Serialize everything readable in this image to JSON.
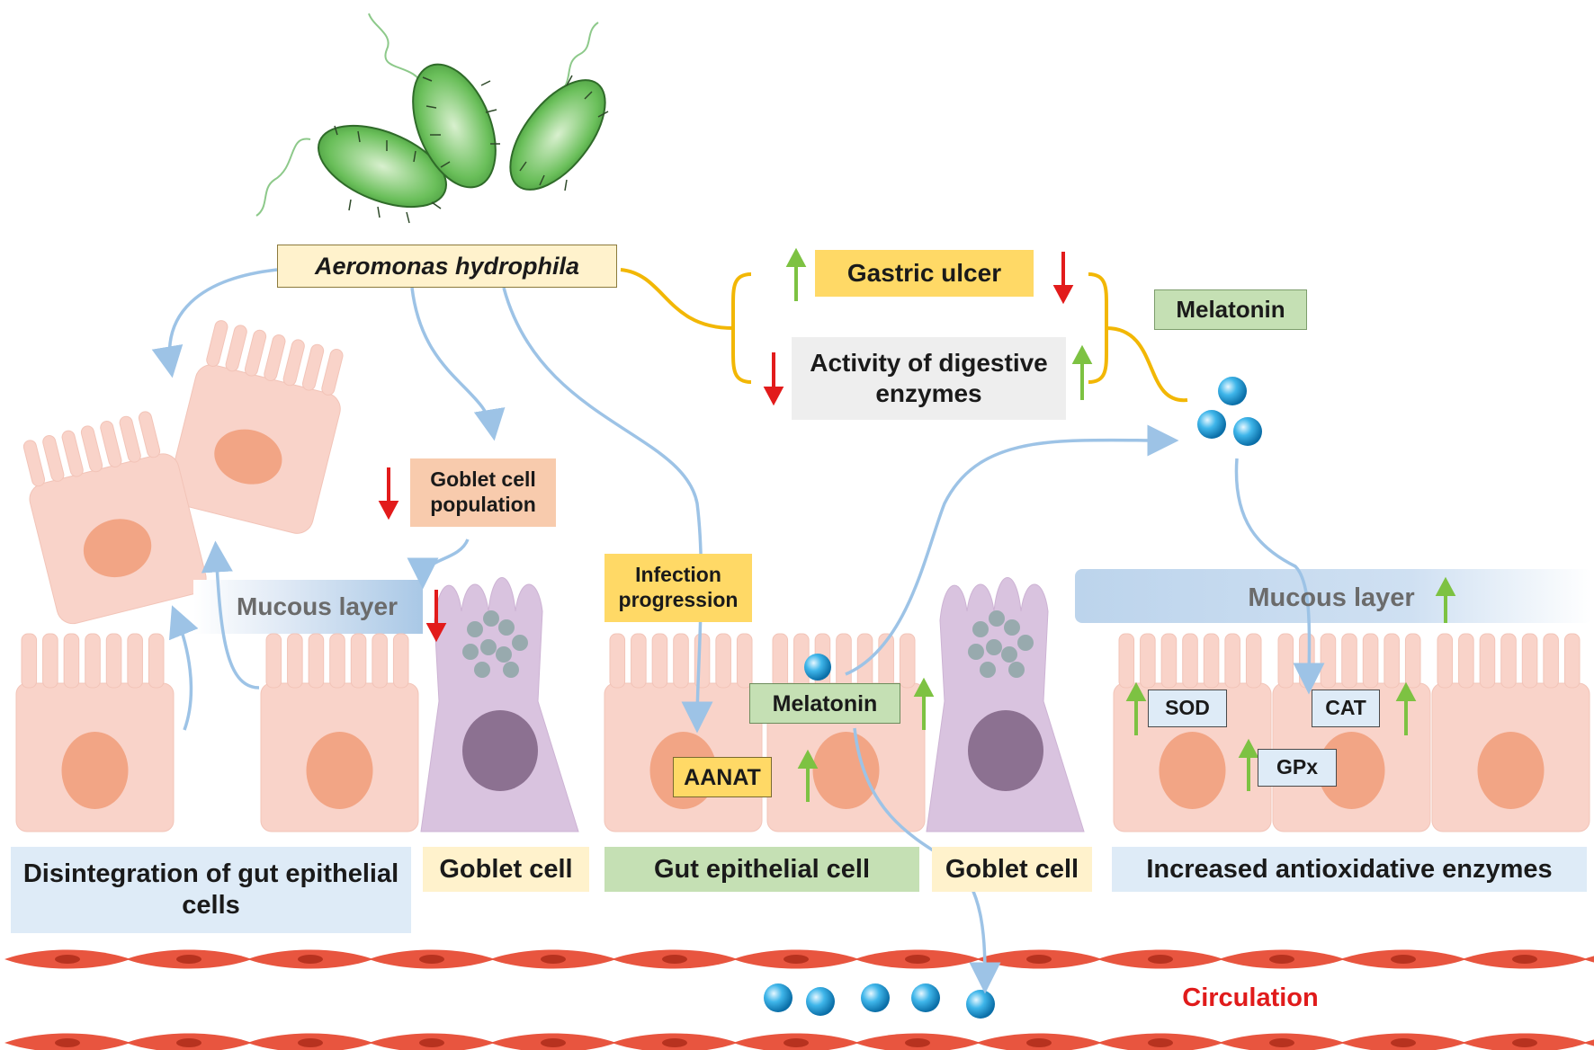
{
  "pathogen": {
    "name": "Aeromonas hydrophila"
  },
  "effects": {
    "gastric_ulcer": "Gastric ulcer",
    "digestive_enzymes": "Activity of digestive enzymes",
    "melatonin_treatment": "Melatonin"
  },
  "left_panel": {
    "goblet_population": "Goblet cell population",
    "mucous_layer": "Mucous layer",
    "disintegration": "Disintegration of gut epithelial cells",
    "goblet_cell": "Goblet cell"
  },
  "middle_panel": {
    "infection_progression": "Infection progression",
    "melatonin": "Melatonin",
    "aanat": "AANAT",
    "gut_epithelial_cell": "Gut epithelial cell",
    "goblet_cell": "Goblet cell"
  },
  "right_panel": {
    "mucous_layer": "Mucous layer",
    "sod": "SOD",
    "cat": "CAT",
    "gpx": "GPx",
    "increased_enzymes": "Increased antioxidative enzymes"
  },
  "circulation": {
    "label": "Circulation"
  },
  "colors": {
    "arrow_up": "#7dc242",
    "arrow_down": "#e21b1b",
    "flow_arrow": "#9dc3e6",
    "brace": "#f2b705",
    "epithelial": "#f9d3c9",
    "goblet": "#d9c3df",
    "circulation_text": "#e01b1b"
  }
}
